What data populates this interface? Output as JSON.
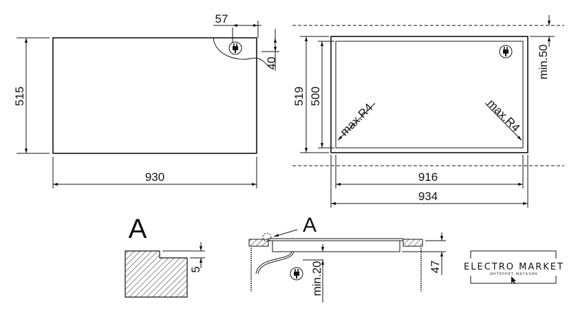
{
  "top_view": {
    "width": "930",
    "depth": "515",
    "plug_offset_x": "57",
    "plug_offset_y": "40"
  },
  "cutout_view": {
    "depth_outer": "519",
    "depth_inner": "500",
    "width_inner": "916",
    "width_outer": "934",
    "clearance_wall": "min.50",
    "radius_left": "max.R4",
    "radius_right": "max.R4"
  },
  "detail": {
    "label": "A",
    "step": "5"
  },
  "section_view": {
    "detail_ref": "A",
    "height": "47",
    "clearance_below": "min.20"
  },
  "logo": {
    "title": "ELECTRO MARKET",
    "subtitle": "ИНТЕРНЕТ-МАГАЗИН"
  }
}
